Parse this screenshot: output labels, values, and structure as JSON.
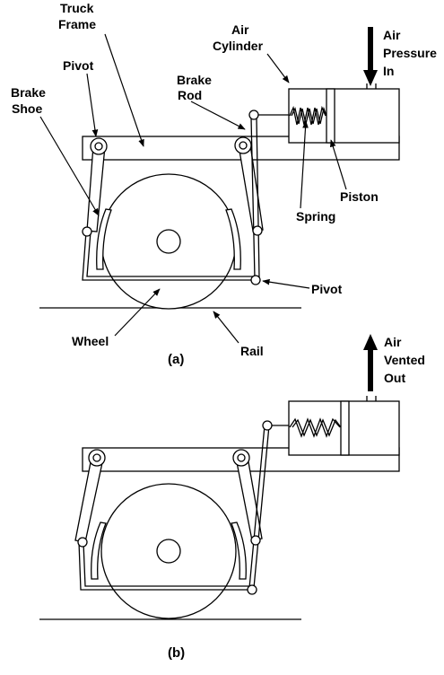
{
  "labels": {
    "truck_frame_1": "Truck",
    "truck_frame_2": "Frame",
    "air_cylinder_1": "Air",
    "air_cylinder_2": "Cylinder",
    "air_pressure_1": "Air",
    "air_pressure_2": "Pressure",
    "air_pressure_3": "In",
    "pivot_top": "Pivot",
    "brake_rod_1": "Brake",
    "brake_rod_2": "Rod",
    "brake_shoe_1": "Brake",
    "brake_shoe_2": "Shoe",
    "spring": "Spring",
    "piston": "Piston",
    "pivot_bottom": "Pivot",
    "wheel": "Wheel",
    "rail": "Rail",
    "air_vented_1": "Air",
    "air_vented_2": "Vented",
    "air_vented_3": "Out"
  },
  "captions": {
    "a": "(a)",
    "b": "(b)"
  }
}
